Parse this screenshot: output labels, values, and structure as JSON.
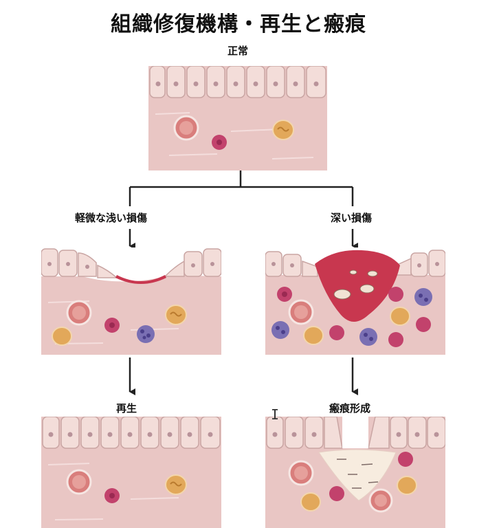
{
  "title": "組織修復機構・再生と瘢痕",
  "labels": {
    "normal": "正常",
    "mild_injury": "軽微な浅い損傷",
    "deep_injury": "深い損傷",
    "regeneration": "再生",
    "scar_formation": "瘢痕形成"
  },
  "colors": {
    "cell_fill": "#f3ddd9",
    "cell_border": "#c9a5a3",
    "nucleus": "#b9939a",
    "tissue": "#e9c6c4",
    "tissue_fiber": "#f4dedd",
    "blood_clot": "#c8374f",
    "scar": "#f7ecdf",
    "red_cell": "#d97e7c",
    "orange_cell": "#e2a85a",
    "purple_cell": "#c2426c",
    "blue_cell": "#7a6fb3",
    "lines": "#222222"
  }
}
